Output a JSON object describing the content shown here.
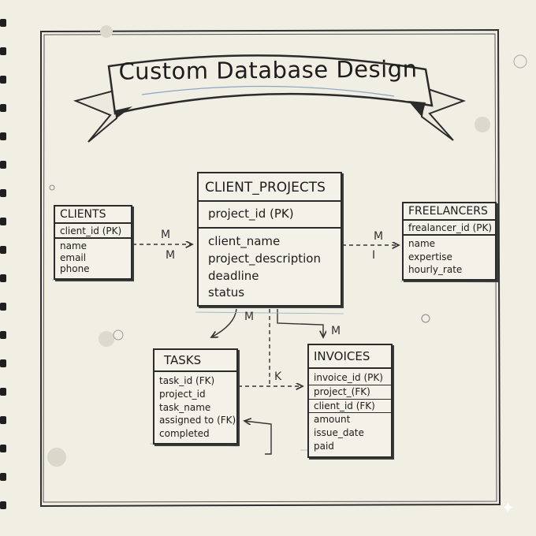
{
  "title": "Custom Database Design",
  "entities": {
    "clients": {
      "name": "CLIENTS",
      "pk": "client_id (PK)",
      "fields": [
        "name",
        "email",
        "phone"
      ]
    },
    "client_projects": {
      "name": "CLIENT_PROJECTS",
      "pk": "project_id (PK)",
      "fields": [
        "client_name",
        "project_description",
        "deadline",
        "status"
      ]
    },
    "freelancers": {
      "name": "FREELANCERS",
      "pk": "frealancer_id (PK)",
      "fields": [
        "name",
        "expertise",
        "hourly_rate"
      ]
    },
    "tasks": {
      "name": "TASKS",
      "fields": [
        "task_id (FK)",
        "project_id",
        "task_name",
        "assigned to (FK)",
        "completed"
      ]
    },
    "invoices": {
      "name": "INVOICES",
      "fields": [
        "invoice_id (PK)",
        "project_(FK)",
        "client_id (FK)",
        "amount",
        "issue_date",
        "paid"
      ]
    }
  },
  "relations": {
    "clients_projects_top": "M",
    "clients_projects_bottom": "M",
    "projects_freelancers_top": "M",
    "projects_freelancers_bottom": "I",
    "projects_tasks": "M",
    "projects_invoices": "M",
    "tasks_invoices": "K"
  }
}
